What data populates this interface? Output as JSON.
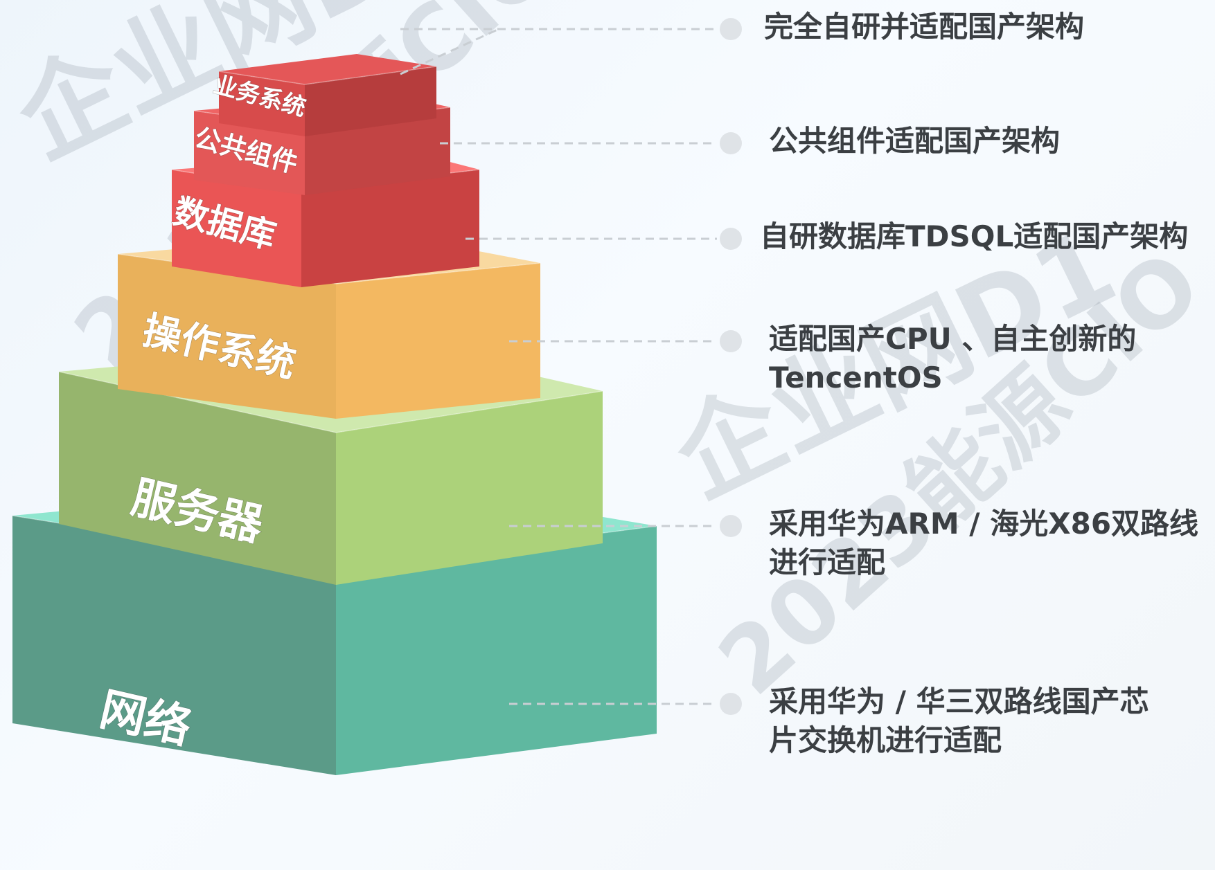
{
  "layers": [
    {
      "label": "业务系统",
      "description_lines": [
        "完全自研并适配国产架构"
      ],
      "colors": {
        "top": "#e45758",
        "front": "#d74b4b",
        "side": "#b63d3d"
      }
    },
    {
      "label": "公共组件",
      "description_lines": [
        "公共组件适配国产架构"
      ],
      "colors": {
        "top": "#ef6464",
        "front": "#e35757",
        "side": "#c24444"
      }
    },
    {
      "label": "数据库",
      "description_lines": [
        "自研数据库TDSQL适配国产架构"
      ],
      "colors": {
        "top": "#fb7777",
        "front": "#ea5555",
        "side": "#c94242"
      }
    },
    {
      "label": "操作系统",
      "description_lines": [
        "适配国产CPU 、自主创新的",
        "TencentOS"
      ],
      "colors": {
        "top": "#f9d9a0",
        "front": "#e9b15b",
        "side": "#f3b861"
      }
    },
    {
      "label": "服务器",
      "description_lines": [
        "采用华为ARM / 海光X86双路线",
        "进行适配"
      ],
      "colors": {
        "top": "#cfe9ae",
        "front": "#96b56d",
        "side": "#acd27a"
      }
    },
    {
      "label": "网络",
      "description_lines": [
        "采用华为 / 华三双路线国产芯",
        "片交换机进行适配"
      ],
      "colors": {
        "top": "#8fe6cf",
        "front": "#5b9b88",
        "side": "#5fb8a0"
      }
    }
  ],
  "watermarks": [
    "企业网D1",
    "2023能源CIO"
  ],
  "colors": {
    "text": "#3b3f43",
    "connector": "#c9ced3",
    "dot": "#dfe3e7"
  }
}
